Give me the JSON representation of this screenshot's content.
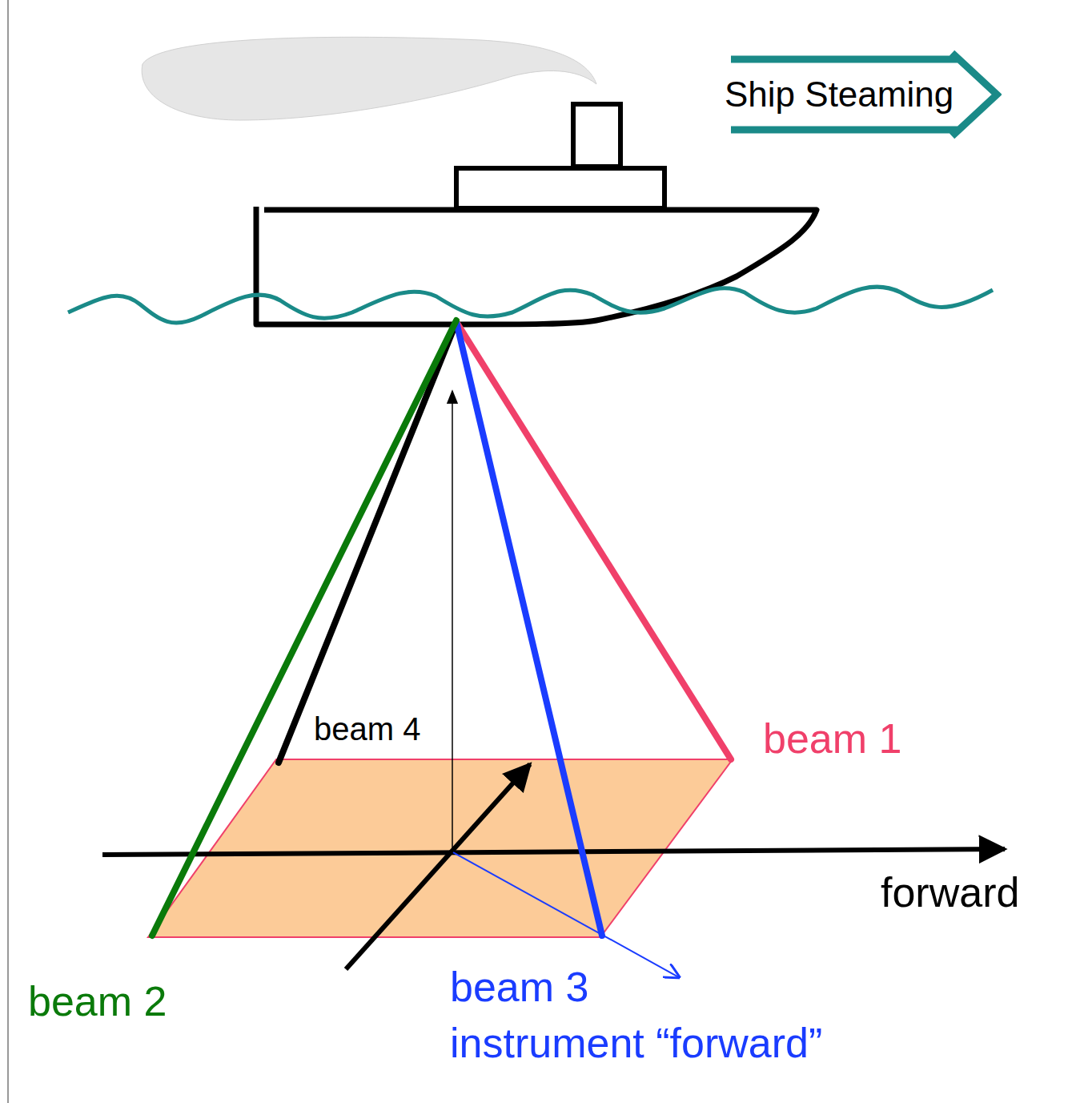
{
  "diagram": {
    "nodes": [
      {
        "text": [
          "Ship Steaming"
        ]
      }
    ],
    "labels": [
      "beam 4",
      "beam 1",
      "forward",
      "beam 2",
      "beam 3",
      "instrument “forward”"
    ]
  }
}
